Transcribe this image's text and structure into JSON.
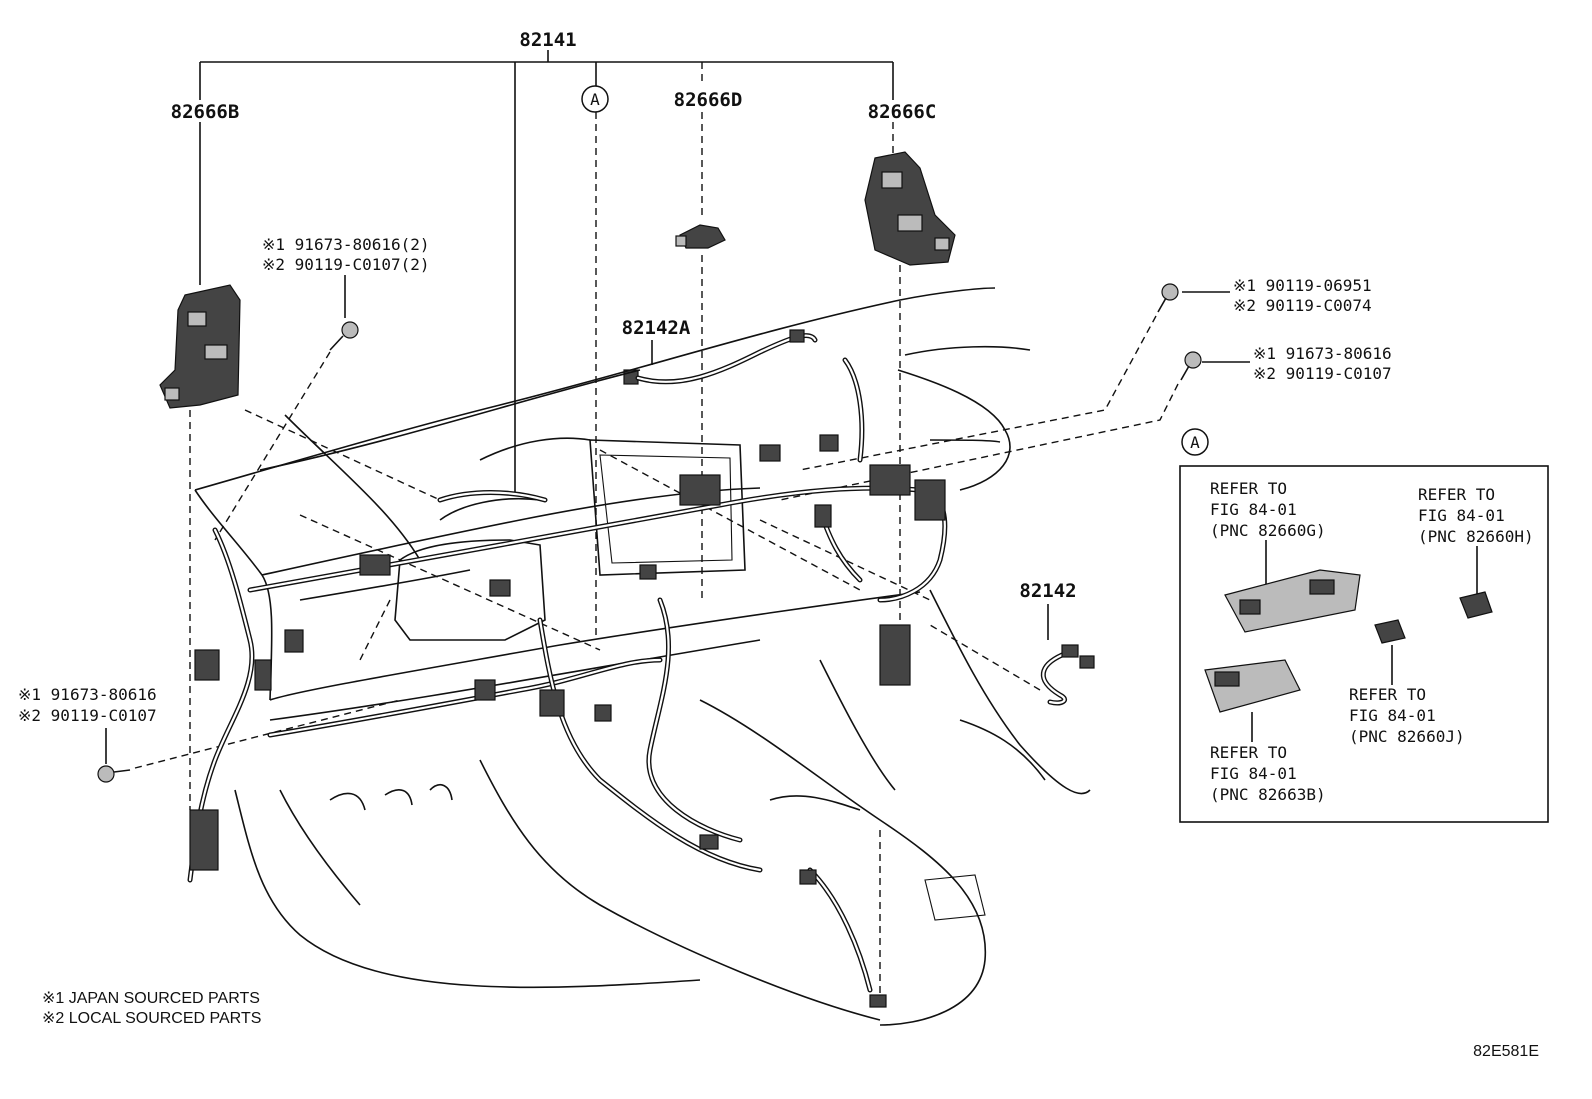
{
  "labels": {
    "wire_assy": "82141",
    "top_left_part": "82666B",
    "top_center_part": "82666D",
    "top_right_part": "82666C",
    "sub_wire": "82142A",
    "right_wire": "82142",
    "marker_a": "A",
    "inset_marker_a": "A"
  },
  "fasteners": {
    "top_left": [
      "※1 91673-80616(2)",
      "※2 90119-C0107(2)"
    ],
    "top_right_1": [
      "※1 90119-06951",
      "※2 90119-C0074"
    ],
    "top_right_2": [
      "※1 91673-80616",
      "※2 90119-C0107"
    ],
    "bottom_left": [
      "※1 91673-80616",
      "※2 90119-C0107"
    ]
  },
  "inset": {
    "refer_g": [
      "REFER TO",
      "FIG 84-01",
      "(PNC 82660G)"
    ],
    "refer_h": [
      "REFER TO",
      "FIG 84-01",
      "(PNC 82660H)"
    ],
    "refer_j": [
      "REFER TO",
      "FIG 84-01",
      "(PNC 82660J)"
    ],
    "refer_b": [
      "REFER TO",
      "FIG 84-01",
      "(PNC 82663B)"
    ]
  },
  "footnotes": [
    "※1 JAPAN SOURCED PARTS",
    "※2 LOCAL SOURCED PARTS"
  ],
  "figure_code": "82E581E"
}
